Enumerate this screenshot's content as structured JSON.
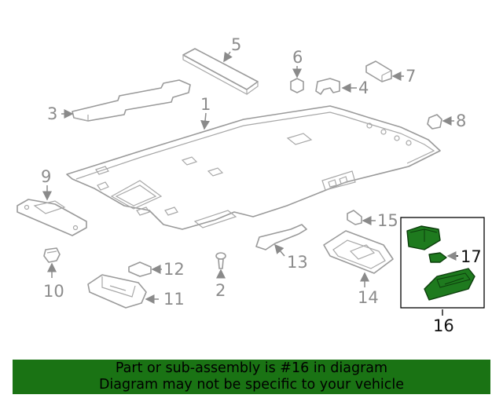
{
  "callouts": {
    "c1": "1",
    "c2": "2",
    "c3": "3",
    "c4": "4",
    "c5": "5",
    "c6": "6",
    "c7": "7",
    "c8": "8",
    "c9": "9",
    "c10": "10",
    "c11": "11",
    "c12": "12",
    "c13": "13",
    "c14": "14",
    "c15": "15",
    "c16": "16",
    "c17": "17"
  },
  "highlight": {
    "part_number": "16",
    "color": "#1a7314"
  },
  "banner": {
    "line1": "Part or sub-assembly is #16 in diagram",
    "line2": "Diagram may not be specific to your vehicle"
  }
}
